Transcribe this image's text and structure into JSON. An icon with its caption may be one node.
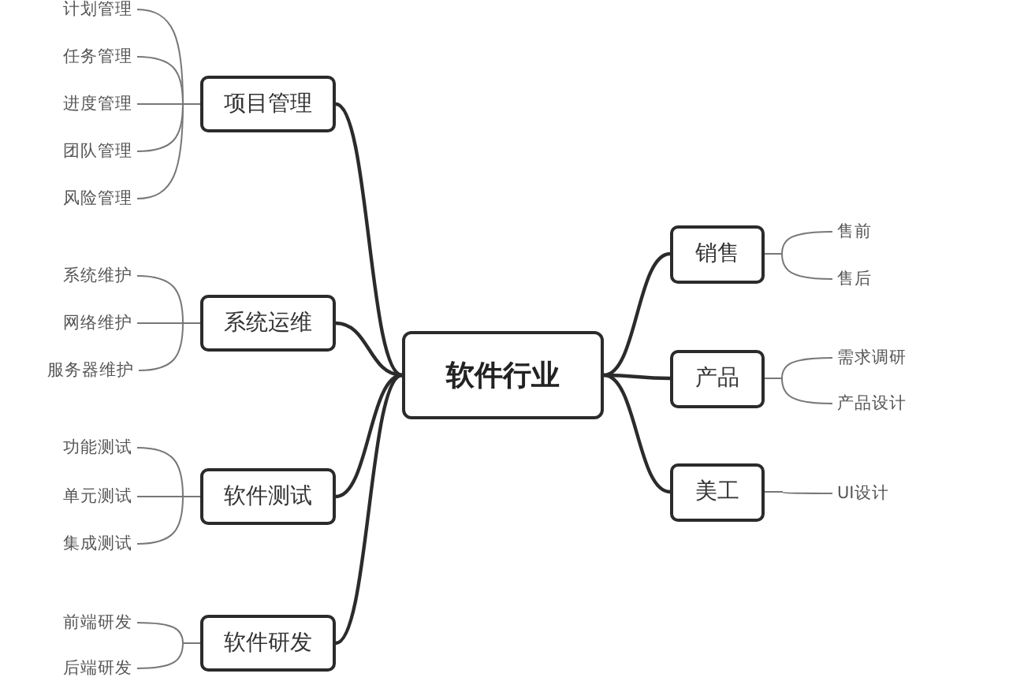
{
  "diagram": {
    "nodes": [
      {
        "text": [
          "软件行业"
        ]
      },
      {
        "text": [
          "项目管理"
        ]
      },
      {
        "text": [
          "计划管理"
        ]
      },
      {
        "text": [
          "任务管理"
        ]
      },
      {
        "text": [
          "进度管理"
        ]
      },
      {
        "text": [
          "团队管理"
        ]
      },
      {
        "text": [
          "风险管理"
        ]
      },
      {
        "text": [
          "系统运维"
        ]
      },
      {
        "text": [
          "系统维护"
        ]
      },
      {
        "text": [
          "网络维护"
        ]
      },
      {
        "text": [
          "服务器维护"
        ]
      },
      {
        "text": [
          "软件测试"
        ]
      },
      {
        "text": [
          "功能测试"
        ]
      },
      {
        "text": [
          "单元测试"
        ]
      },
      {
        "text": [
          "集成测试"
        ]
      },
      {
        "text": [
          "软件研发"
        ]
      },
      {
        "text": [
          "前端研发"
        ]
      },
      {
        "text": [
          "后端研发"
        ]
      },
      {
        "text": [
          "销售"
        ]
      },
      {
        "text": [
          "售前"
        ]
      },
      {
        "text": [
          "售后"
        ]
      },
      {
        "text": [
          "产品"
        ]
      },
      {
        "text": [
          "需求调研"
        ]
      },
      {
        "text": [
          "产品设计"
        ]
      },
      {
        "text": [
          "美工"
        ]
      },
      {
        "text": [
          "UI设计"
        ]
      }
    ],
    "edges": [
      {
        "from": 0,
        "to": 1,
        "arrow": "none"
      },
      {
        "from": 1,
        "to": 2,
        "arrow": "none"
      },
      {
        "from": 1,
        "to": 3,
        "arrow": "none"
      },
      {
        "from": 1,
        "to": 4,
        "arrow": "none"
      },
      {
        "from": 1,
        "to": 5,
        "arrow": "none"
      },
      {
        "from": 1,
        "to": 6,
        "arrow": "none"
      },
      {
        "from": 0,
        "to": 7,
        "arrow": "none"
      },
      {
        "from": 7,
        "to": 8,
        "arrow": "none"
      },
      {
        "from": 7,
        "to": 9,
        "arrow": "none"
      },
      {
        "from": 7,
        "to": 10,
        "arrow": "none"
      },
      {
        "from": 0,
        "to": 11,
        "arrow": "none"
      },
      {
        "from": 11,
        "to": 12,
        "arrow": "none"
      },
      {
        "from": 11,
        "to": 13,
        "arrow": "none"
      },
      {
        "from": 11,
        "to": 14,
        "arrow": "none"
      },
      {
        "from": 0,
        "to": 15,
        "arrow": "none"
      },
      {
        "from": 15,
        "to": 16,
        "arrow": "none"
      },
      {
        "from": 15,
        "to": 17,
        "arrow": "none"
      },
      {
        "from": 0,
        "to": 18,
        "arrow": "none"
      },
      {
        "from": 18,
        "to": 19,
        "arrow": "none"
      },
      {
        "from": 18,
        "to": 20,
        "arrow": "none"
      },
      {
        "from": 0,
        "to": 21,
        "arrow": "none"
      },
      {
        "from": 21,
        "to": 22,
        "arrow": "none"
      },
      {
        "from": 21,
        "to": 23,
        "arrow": "none"
      },
      {
        "from": 0,
        "to": 24,
        "arrow": "none"
      },
      {
        "from": 24,
        "to": 25,
        "arrow": "none"
      }
    ]
  }
}
